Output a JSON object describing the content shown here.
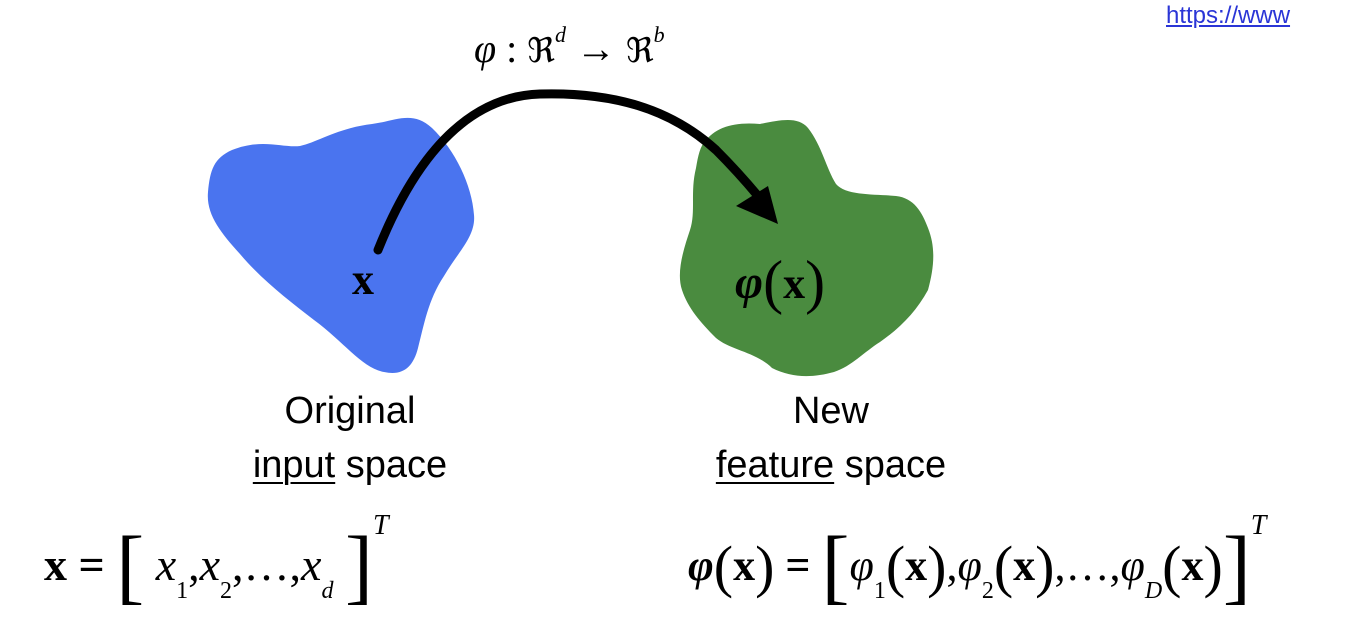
{
  "link": {
    "text": "https://www"
  },
  "mapping": {
    "phi": "φ",
    "colon": " : ",
    "reals": "ℜ",
    "d": "d",
    "arrow": " → ",
    "b": "b"
  },
  "input_point": {
    "label": "x"
  },
  "feature_point": {
    "phi": "φ",
    "open": "(",
    "x": "x",
    "close": ")"
  },
  "left_caption": {
    "line1": "Original",
    "underlined": "input",
    "rest": " space"
  },
  "right_caption": {
    "line1": "New",
    "underlined": "feature",
    "rest": " space"
  },
  "left_equation": {
    "lhs": "x",
    "eq": " = ",
    "open_bracket": "[",
    "x": "x",
    "s1": "1",
    "s2": "2",
    "sd": "d",
    "comma": ",",
    "dots": "…",
    "close_bracket": "]",
    "T": "T"
  },
  "right_equation": {
    "phi": "φ",
    "open": "(",
    "x": "x",
    "close": ")",
    "eq": " = ",
    "open_bracket": "[",
    "close_bracket": "]",
    "comma": ",",
    "dots": "…",
    "s1": "1",
    "s2": "2",
    "sD": "D",
    "T": "T"
  },
  "colors": {
    "input_space": "#4a74ef",
    "feature_space": "#4a8b3f",
    "arrow": "#000000",
    "link": "#2a35d6"
  }
}
